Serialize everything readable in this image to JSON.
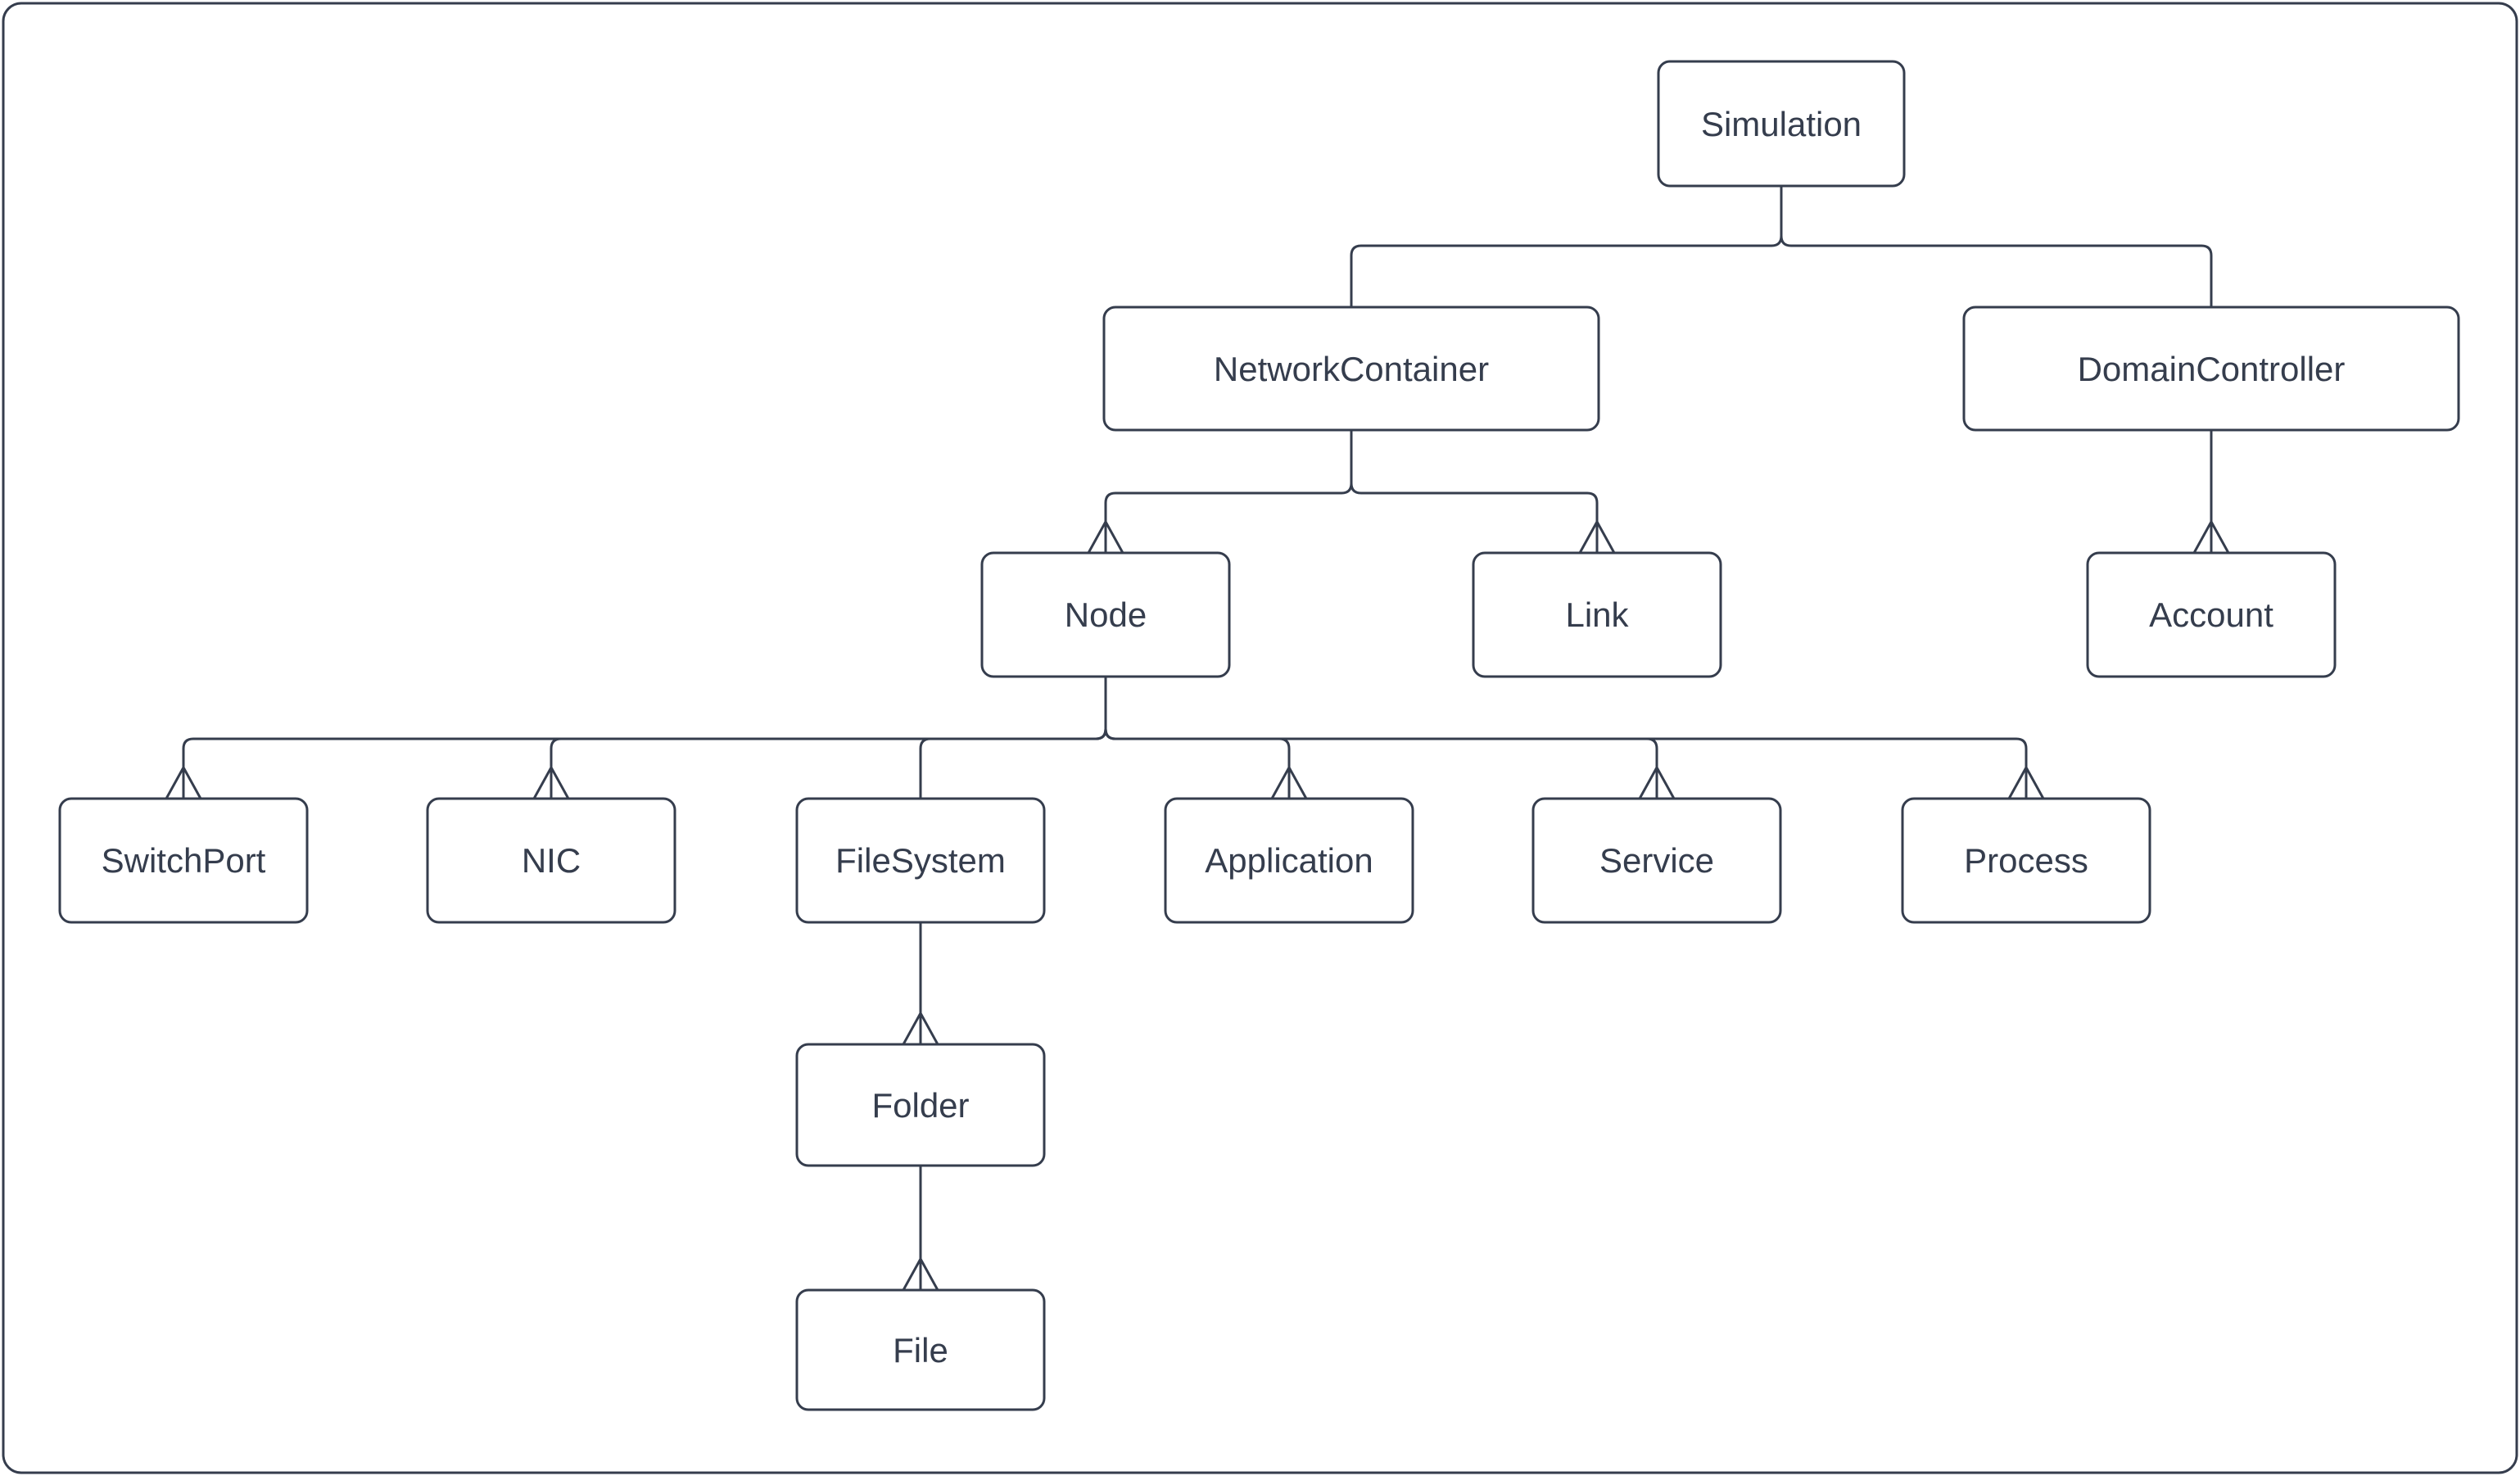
{
  "diagram": {
    "type": "hierarchy-tree",
    "colors": {
      "stroke": "#353d4d",
      "text": "#353d4d",
      "background": "#ffffff"
    },
    "nodes": {
      "simulation": {
        "label": "Simulation"
      },
      "network_container": {
        "label": "NetworkContainer"
      },
      "domain_controller": {
        "label": "DomainController"
      },
      "node": {
        "label": "Node"
      },
      "link": {
        "label": "Link"
      },
      "account": {
        "label": "Account"
      },
      "switch_port": {
        "label": "SwitchPort"
      },
      "nic": {
        "label": "NIC"
      },
      "file_system": {
        "label": "FileSystem"
      },
      "application": {
        "label": "Application"
      },
      "service": {
        "label": "Service"
      },
      "process": {
        "label": "Process"
      },
      "folder": {
        "label": "Folder"
      },
      "file": {
        "label": "File"
      }
    },
    "edges": [
      {
        "from": "Simulation",
        "to": "NetworkContainer",
        "arrowhead": false
      },
      {
        "from": "Simulation",
        "to": "DomainController",
        "arrowhead": false
      },
      {
        "from": "NetworkContainer",
        "to": "Node",
        "arrowhead": true
      },
      {
        "from": "NetworkContainer",
        "to": "Link",
        "arrowhead": true
      },
      {
        "from": "DomainController",
        "to": "Account",
        "arrowhead": true
      },
      {
        "from": "Node",
        "to": "SwitchPort",
        "arrowhead": true
      },
      {
        "from": "Node",
        "to": "NIC",
        "arrowhead": true
      },
      {
        "from": "Node",
        "to": "FileSystem",
        "arrowhead": false
      },
      {
        "from": "Node",
        "to": "Application",
        "arrowhead": true
      },
      {
        "from": "Node",
        "to": "Service",
        "arrowhead": true
      },
      {
        "from": "Node",
        "to": "Process",
        "arrowhead": true
      },
      {
        "from": "FileSystem",
        "to": "Folder",
        "arrowhead": true
      },
      {
        "from": "Folder",
        "to": "File",
        "arrowhead": true
      }
    ]
  }
}
